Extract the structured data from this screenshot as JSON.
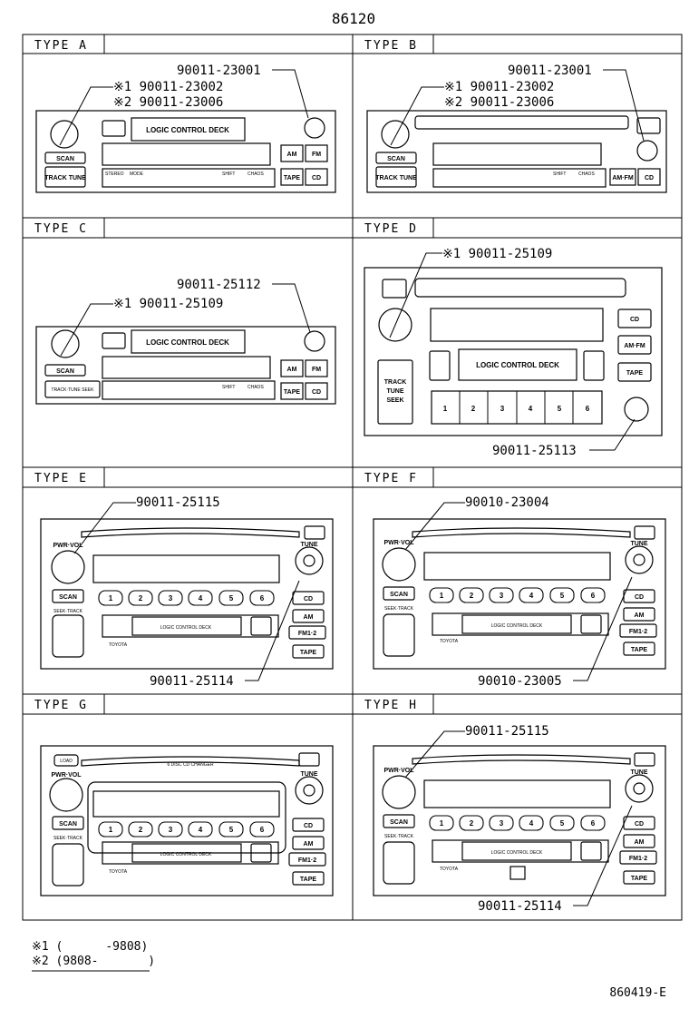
{
  "title": "86120",
  "footer_code": "860419-E",
  "notes": [
    "※1 (      -9808)",
    "※2 (9808-       )"
  ],
  "panels": {
    "a": {
      "type": "TYPE  A",
      "parts": [
        "90011-23001",
        "※1 90011-23002",
        "※2 90011-23006"
      ]
    },
    "b": {
      "type": "TYPE  B",
      "parts": [
        "90011-23001",
        "※1 90011-23002",
        "※2 90011-23006"
      ]
    },
    "c": {
      "type": "TYPE  C",
      "parts": [
        "90011-25112",
        "※1  90011-25109"
      ]
    },
    "d": {
      "type": "TYPE  D",
      "parts": [
        "※1 90011-25109",
        "90011-25113"
      ]
    },
    "e": {
      "type": "TYPE  E",
      "parts": [
        "90011-25115",
        "90011-25114"
      ]
    },
    "f": {
      "type": "TYPE  F",
      "parts": [
        "90010-23004",
        "90010-23005"
      ]
    },
    "g": {
      "type": "TYPE  G",
      "parts": []
    },
    "h": {
      "type": "TYPE  H",
      "parts": [
        "90011-25115",
        "90011-25114"
      ]
    }
  },
  "labels": {
    "logic_deck": "LOGIC CONTROL DECK",
    "scan": "SCAN",
    "track_tune": "TRACK TUNE",
    "track_tune_seek": "TRACK·TUNE SEEK",
    "track_tune_seek_v": [
      "TRACK",
      "TUNE",
      "SEEK"
    ],
    "am": "AM",
    "fm": "FM",
    "am_fm": "AM·FM",
    "tape": "TAPE",
    "cd": "CD",
    "fm12": "FM1·2",
    "pwr_vol": "PWR·VOL",
    "seek_track": "SEEK·TRACK",
    "tune": "TUNE",
    "load": "LOAD",
    "toyota": "TOYOTA",
    "disc": "DISC",
    "stereo": "STEREO",
    "mode": "MODE",
    "shift": "SHIFT",
    "chaos": "CHAOS",
    "disc_changer": "6 DISC CD CHANGER",
    "presets": [
      "1",
      "2",
      "3",
      "4",
      "5",
      "6"
    ]
  }
}
